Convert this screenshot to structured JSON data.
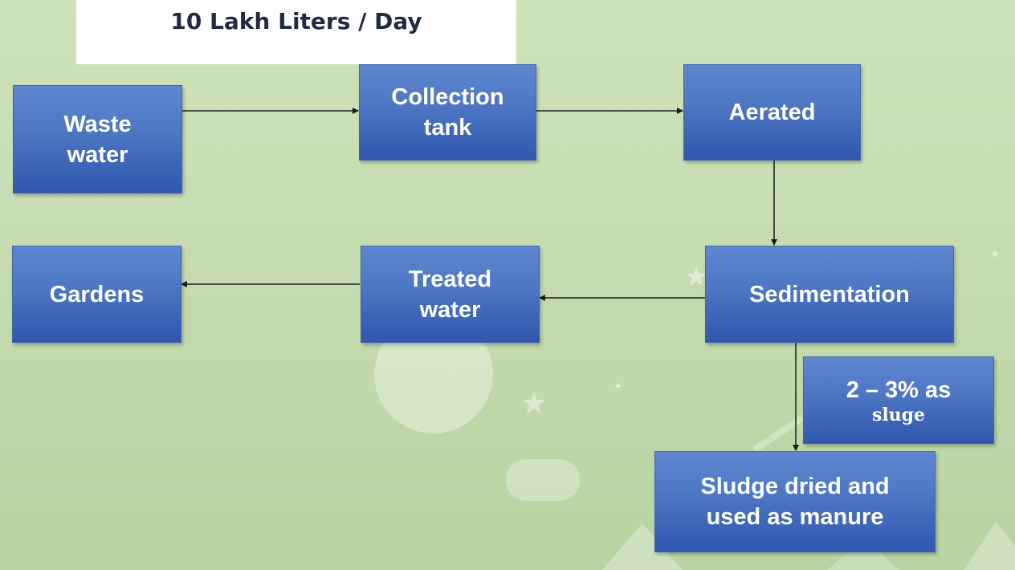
{
  "title": "10 Lakh Liters / Day",
  "nodes": {
    "waste_water": {
      "line1": "Waste",
      "line2": "water"
    },
    "collection_tank": {
      "line1": "Collection",
      "line2": "tank"
    },
    "aerated": {
      "label": "Aerated"
    },
    "sedimentation": {
      "label": "Sedimentation"
    },
    "treated_water": {
      "line1": "Treated",
      "line2": "water"
    },
    "gardens": {
      "label": "Gardens"
    },
    "sludge_percent": {
      "line1": "2 – 3% as",
      "line2": "sluge"
    },
    "sludge_dried": {
      "line1": "Sludge dried and",
      "line2": "used as manure"
    }
  },
  "colors": {
    "background": "#c9dfb4",
    "box_top": "#5f86cf",
    "box_bottom": "#2f57ae",
    "box_text": "#ffffff",
    "arrow": "#1a1a1a"
  }
}
